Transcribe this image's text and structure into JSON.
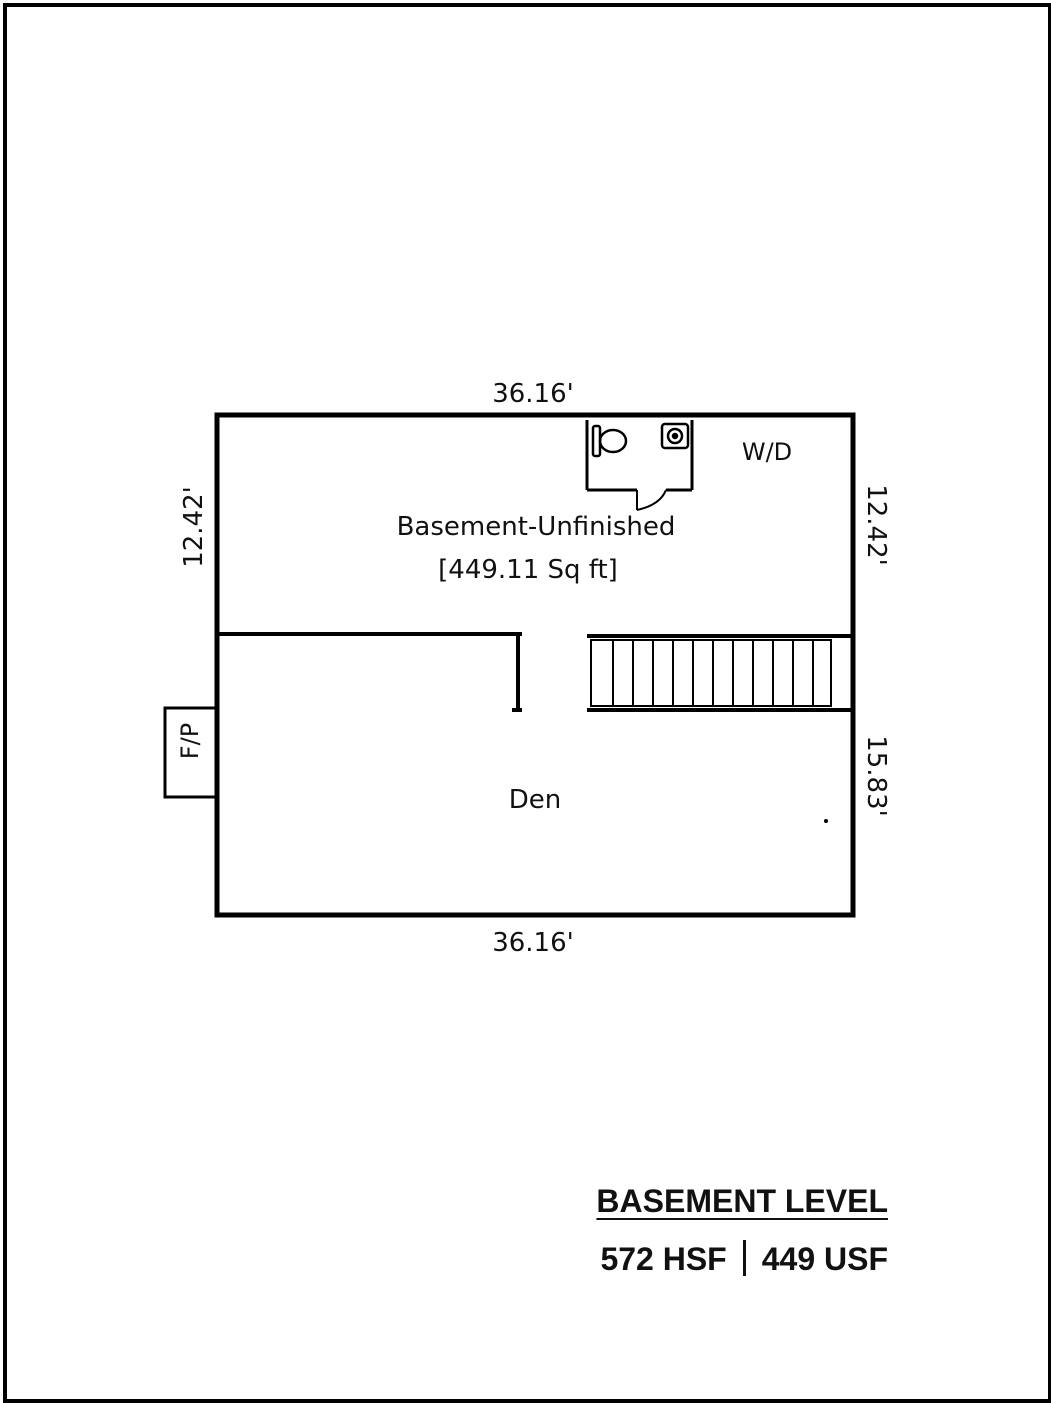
{
  "plan": {
    "dimensions": {
      "top_width": "36.16'",
      "bottom_width": "36.16'",
      "left_upper_depth": "12.42'",
      "right_upper_depth": "12.42'",
      "right_lower_depth": "15.83'"
    },
    "rooms": {
      "upper_name": "Basement-Unfinished",
      "upper_area": "[449.11 Sq ft]",
      "laundry": "W/D",
      "lower_name": "Den",
      "fireplace": "F/P"
    }
  },
  "caption": {
    "title": "BASEMENT LEVEL",
    "hsf": "572 HSF",
    "usf": "449 USF"
  }
}
